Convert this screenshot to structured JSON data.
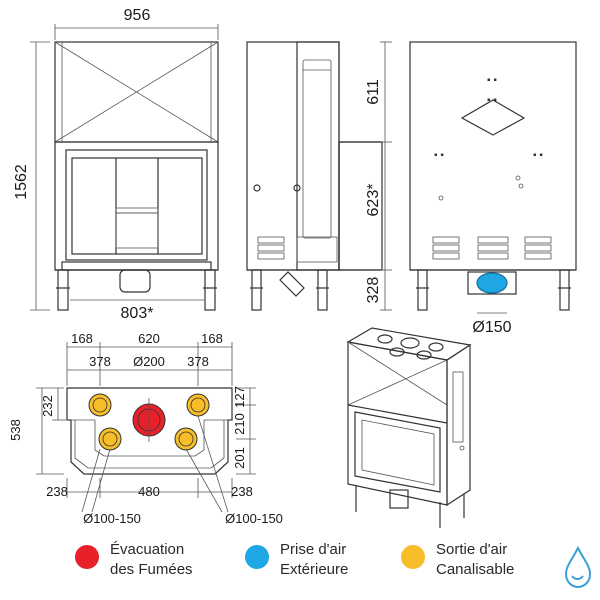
{
  "front_view": {
    "width": "956",
    "height": "1562",
    "opening_width": "803*"
  },
  "side_view": {
    "upper": "611",
    "middle": "623*",
    "foot": "328"
  },
  "rear_view": {
    "air_intake_diameter": "Ø150"
  },
  "top_view": {
    "dims_top": [
      "168",
      "620",
      "168"
    ],
    "dims_second": [
      "378",
      "Ø200",
      "378"
    ],
    "depth": "538",
    "left_offset": "232",
    "right_dims": [
      "127",
      "210",
      "201"
    ],
    "bottom_dims": [
      "238",
      "480",
      "238"
    ],
    "outlet_left": "Ø100-150",
    "outlet_right": "Ø100-150"
  },
  "legend": {
    "items": [
      {
        "color": "#e8202a",
        "line1": "Évacuation",
        "line2": "des Fumées"
      },
      {
        "color": "#1ea7e4",
        "line1": "Prise d'air",
        "line2": "Extérieure"
      },
      {
        "color": "#f7be2a",
        "line1": "Sortie d'air",
        "line2": "Canalisable"
      }
    ]
  },
  "colors": {
    "smoke": "#e8202a",
    "intake": "#1ea7e4",
    "outlet": "#f7be2a",
    "logo": "#3aa0d8"
  },
  "logo_icon": "water-drop-icon"
}
